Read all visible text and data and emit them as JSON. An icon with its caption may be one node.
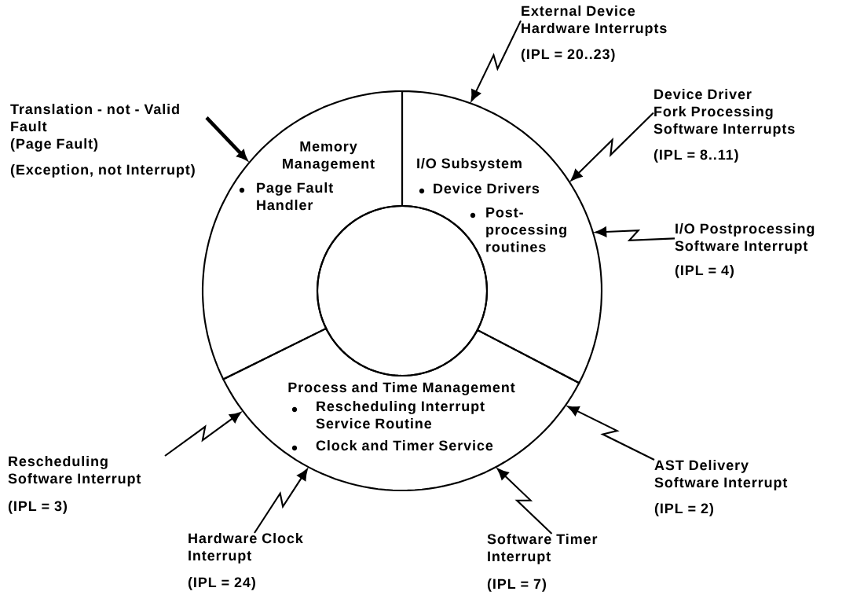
{
  "diagram": {
    "nodes": [
      {
        "text": [
          "External Device Hardware Interrupts",
          "(IPL = 20..23)"
        ]
      },
      {
        "text": [
          "Translation - not - Valid Fault",
          "(Page Fault)",
          "(Exception, not Interrupt)"
        ]
      },
      {
        "text": [
          "Memory Management",
          "Page Fault Handler"
        ]
      },
      {
        "text": [
          "I/O Subsystem",
          "Device Drivers",
          "Post- processing routines"
        ]
      },
      {
        "text": [
          "Device Driver Fork Processing Software Interrupts",
          "(IPL = 8..11)"
        ]
      },
      {
        "text": [
          "I/O Postprocessing Software Interrupt",
          "(IPL = 4)"
        ]
      },
      {
        "text": [
          "Process and Time Management",
          "Rescheduling Interrupt Service Routine",
          "Clock and Timer Service"
        ]
      },
      {
        "text": [
          "Rescheduling Software Interrupt",
          "(IPL = 3)"
        ]
      },
      {
        "text": [
          "AST Delivery Software Interrupt",
          "(IPL = 2)"
        ]
      },
      {
        "text": [
          "Hardware Clock Interrupt",
          "(IPL = 24)"
        ]
      },
      {
        "text": [
          "Software Timer Interrupt",
          "(IPL = 7)"
        ]
      },
      {
        "text": [],
        "shape": "circle"
      }
    ],
    "edges": [
      {
        "from": 0,
        "to": 3,
        "arrow": "to"
      },
      {
        "from": 1,
        "to": 2,
        "arrow": "to",
        "style": "thick"
      },
      {
        "from": 4,
        "to": 3,
        "arrow": "to"
      },
      {
        "from": 5,
        "to": 3,
        "arrow": "to"
      },
      {
        "from": 8,
        "to": 6,
        "arrow": "to"
      },
      {
        "from": 10,
        "to": 6,
        "arrow": "to"
      },
      {
        "from": 9,
        "to": 6,
        "arrow": "to"
      },
      {
        "from": 7,
        "to": 6,
        "arrow": "to"
      }
    ]
  }
}
